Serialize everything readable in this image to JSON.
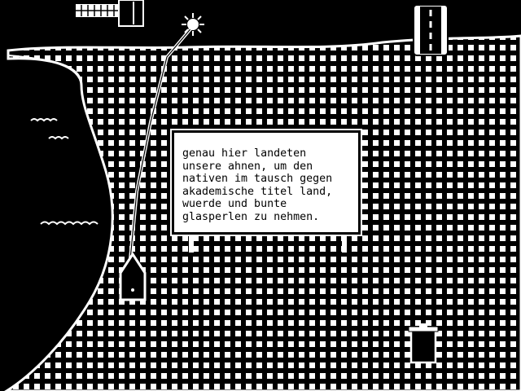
{
  "scene": {
    "sign": {
      "text": "genau hier landeten\nunsere ahnen, um den\nnativen im tausch gegen\nakademische titel land,\nwuerde und bunte\nglasperlen zu nehmen."
    },
    "objects": [
      {
        "name": "pier-building",
        "icon": "building-on-pier-icon"
      },
      {
        "name": "signpost-lamp",
        "icon": "lamp-sun-icon"
      },
      {
        "name": "boat",
        "icon": "rowboat-icon"
      },
      {
        "name": "road-tile",
        "icon": "road-icon"
      },
      {
        "name": "trash-bin",
        "icon": "trash-bin-icon"
      }
    ],
    "colors": {
      "background": "#000000",
      "foreground": "#ffffff"
    }
  }
}
